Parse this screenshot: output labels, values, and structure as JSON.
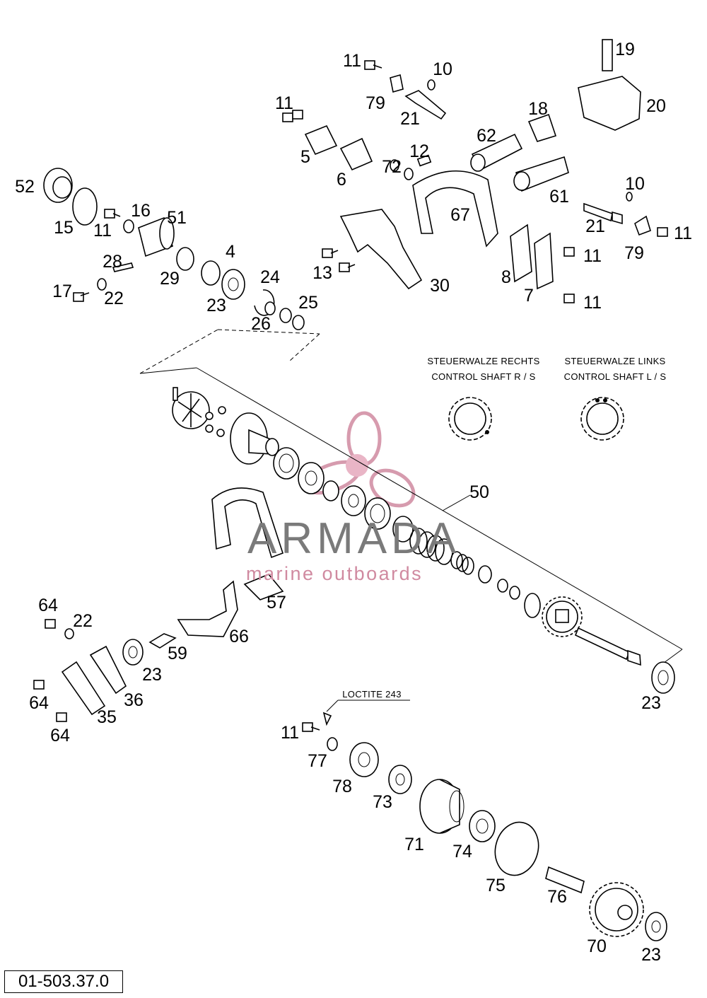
{
  "diagram": {
    "reference_code": "01-503.37.0",
    "notes": {
      "right_shaft_de": "STEUERWALZE RECHTS",
      "right_shaft_en": "CONTROL SHAFT R / S",
      "left_shaft_de": "STEUERWALZE LINKS",
      "left_shaft_en": "CONTROL SHAFT L / S",
      "loctite": "LOCTITE 243"
    },
    "watermark": {
      "brand": "ARMADA",
      "tagline": "marine outboards",
      "color": "#d08aa0"
    },
    "part_labels": [
      "11",
      "19",
      "10",
      "79",
      "21",
      "20",
      "11",
      "18",
      "5",
      "62",
      "12",
      "6",
      "72",
      "52",
      "15",
      "11",
      "16",
      "51",
      "67",
      "61",
      "10",
      "21",
      "11",
      "79",
      "28",
      "29",
      "4",
      "11",
      "13",
      "8",
      "17",
      "22",
      "23",
      "24",
      "30",
      "7",
      "11",
      "26",
      "25",
      "50",
      "57",
      "64",
      "22",
      "66",
      "59",
      "23",
      "36",
      "64",
      "35",
      "64",
      "11",
      "77",
      "78",
      "73",
      "71",
      "74",
      "75",
      "76",
      "70",
      "23",
      "23"
    ]
  }
}
